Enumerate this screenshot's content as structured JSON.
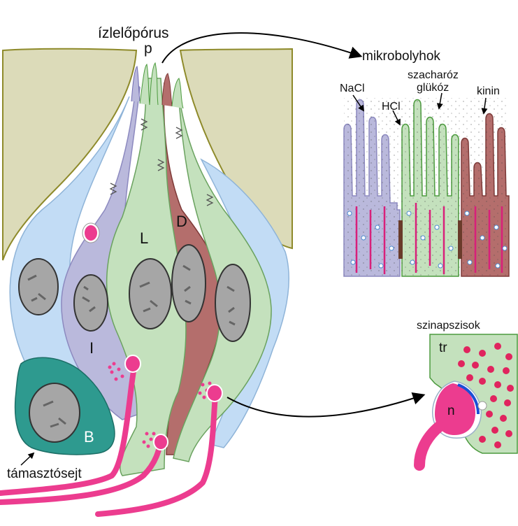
{
  "labels": {
    "taste_pore": "ízlelőpórus",
    "pore_letter": "p",
    "microvilli": "mikrobolyhok",
    "nacl": "NaCl",
    "hcl": "HCl",
    "sucrose": "szacharóz",
    "glucose": "glükóz",
    "quinine": "kinin",
    "cell_L": "L",
    "cell_D": "D",
    "cell_I": "I",
    "cell_B": "B",
    "synapses": "szinapszisok",
    "synapse_tr": "tr",
    "synapse_n": "n",
    "supporting_cell": "támasztósejt"
  },
  "colors": {
    "epithelium": "#dcdbb9",
    "supporting": "#c2dcf5",
    "cell_I": "#bab9dc",
    "cell_L": "#c4e1bd",
    "cell_D": "#b46e6c",
    "cell_B": "#2e9a8f",
    "nerve": "#ec3c8f",
    "nucleus": "#a6a6a6"
  }
}
